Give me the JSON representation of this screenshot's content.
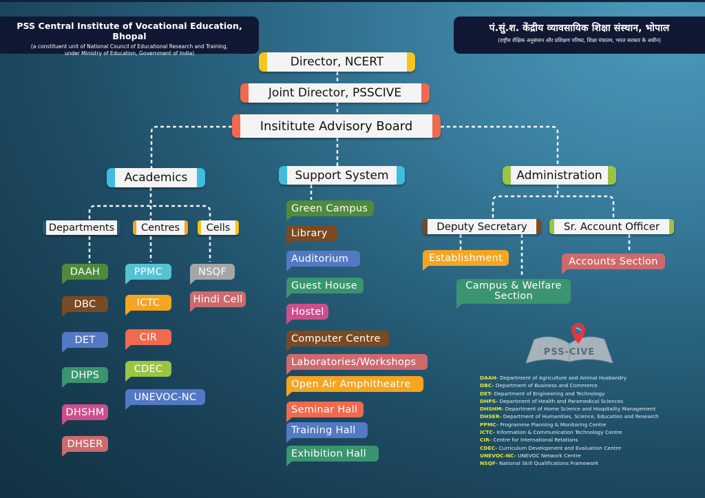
{
  "header_left": {
    "title": "PSS Central Institute of Vocational Education, Bhopal",
    "subtitle_line1": "(a constituent unit of National Council of Educational Research and Training,",
    "subtitle_line2": "under Ministry of Education, Government of India)"
  },
  "header_right": {
    "title": "पं.सुं.श. केंद्रीय व्यावसायिक शिक्षा संस्थान, भोपाल",
    "subtitle": "(राष्ट्रीय शैक्षिक अनुसंधान और प्रशिक्षण परिषद, शिक्षा मंत्रालय, भारत सरकार के अधीन)"
  },
  "hierarchy": {
    "director": {
      "label": "Director, NCERT",
      "color": "#f7c520"
    },
    "joint_director": {
      "label": "Joint Director, PSSCIVE",
      "color": "#ef6a4f"
    },
    "advisory_board": {
      "label": "Insititute Advisory Board",
      "color": "#ef6a4f"
    }
  },
  "academics": {
    "label": "Academics",
    "color": "#3fbde0",
    "groups": {
      "departments": {
        "label": "Departments",
        "color": "#1f5a7a"
      },
      "centres": {
        "label": "Centres",
        "color": "#f4a326"
      },
      "cells": {
        "label": "Cells",
        "color": "#f2c21c"
      }
    },
    "departments": [
      {
        "label": "DAAH",
        "color": "#4f8a3a"
      },
      {
        "label": "DBC",
        "color": "#7a4a22"
      },
      {
        "label": "DET",
        "color": "#5479c4"
      },
      {
        "label": "DHPS",
        "color": "#3a9470"
      },
      {
        "label": "DHSHM",
        "color": "#cc4f8c"
      },
      {
        "label": "DHSER",
        "color": "#cd6a6e"
      }
    ],
    "centres": [
      {
        "label": "PPMC",
        "color": "#56c3d3"
      },
      {
        "label": "ICTC",
        "color": "#f5a51f"
      },
      {
        "label": "CIR",
        "color": "#ef6a4f"
      },
      {
        "label": "CDEC",
        "color": "#9bc446"
      },
      {
        "label": "UNEVOC-NC",
        "color": "#5479c4"
      }
    ],
    "cells": [
      {
        "label": "NSQF",
        "color": "#a3a7aa"
      },
      {
        "label": "Hindi Cell",
        "color": "#cd6a6e"
      }
    ]
  },
  "support_system": {
    "label": "Support System",
    "color": "#3fbde0",
    "items": [
      {
        "label": "Green Campus",
        "color": "#4f8a3a"
      },
      {
        "label": "Library",
        "color": "#7a4a22"
      },
      {
        "label": "Auditorium",
        "color": "#5479c4"
      },
      {
        "label": "Guest House",
        "color": "#3a9470"
      },
      {
        "label": "Hostel",
        "color": "#cc4f8c"
      },
      {
        "label": "Computer Centre",
        "color": "#7a4a22"
      },
      {
        "label": "Laboratories/Workshops",
        "color": "#cd6a6e"
      },
      {
        "label": "Open Air Amphitheatre",
        "color": "#f5a51f"
      },
      {
        "label": "Seminar Hall",
        "color": "#ef6a4f"
      },
      {
        "label": "Training Hall",
        "color": "#5479c4"
      },
      {
        "label": "Exhibition Hall",
        "color": "#3a9470"
      }
    ]
  },
  "administration": {
    "label": "Administration",
    "color": "#9bc446",
    "deputy_secretary": {
      "label": "Deputy Secretary",
      "color": "#7a4a22"
    },
    "account_officer": {
      "label": "Sr. Account Officer",
      "color": "#9bc446"
    },
    "establishment": {
      "label": "Establishment",
      "color": "#f5a51f"
    },
    "campus_welfare": {
      "label_line1": "Campus & Welfare",
      "label_line2": "Section",
      "color": "#3a9470"
    },
    "accounts_section": {
      "label": "Accounts Section",
      "color": "#cd6a6e"
    }
  },
  "logo": {
    "text": "PSS-CIVE",
    "icon": "map-pin-globe-icon"
  },
  "legend": [
    {
      "abbr": "DAAH-",
      "full": "Department of Agriculture and Animal Husbandry"
    },
    {
      "abbr": "DBC-",
      "full": "Department of Business and Commerce"
    },
    {
      "abbr": "DET-",
      "full": "Department of Engineering and Technology"
    },
    {
      "abbr": "DHPS-",
      "full": "Department of Health and Paramedical Sciences"
    },
    {
      "abbr": "DHSHM-",
      "full": "Department of Home Science and Hospitality Management"
    },
    {
      "abbr": "DHSER-",
      "full": "Department of Humanities, Science, Education and Research"
    },
    {
      "abbr": "PPMC-",
      "full": "Programme Planning & Monitoring Centre"
    },
    {
      "abbr": "ICTC-",
      "full": " Information & Communication Technology Centre"
    },
    {
      "abbr": "CIR-",
      "full": "Centre for International Relations"
    },
    {
      "abbr": "CDEC-",
      "full": "Curriculum Development and Evaluation Centre"
    },
    {
      "abbr": "UNEVOC-NC-",
      "full": " UNEVOC Network Centre"
    },
    {
      "abbr": "NSQF-",
      "full": " National Skill Qualifications Framework"
    }
  ]
}
